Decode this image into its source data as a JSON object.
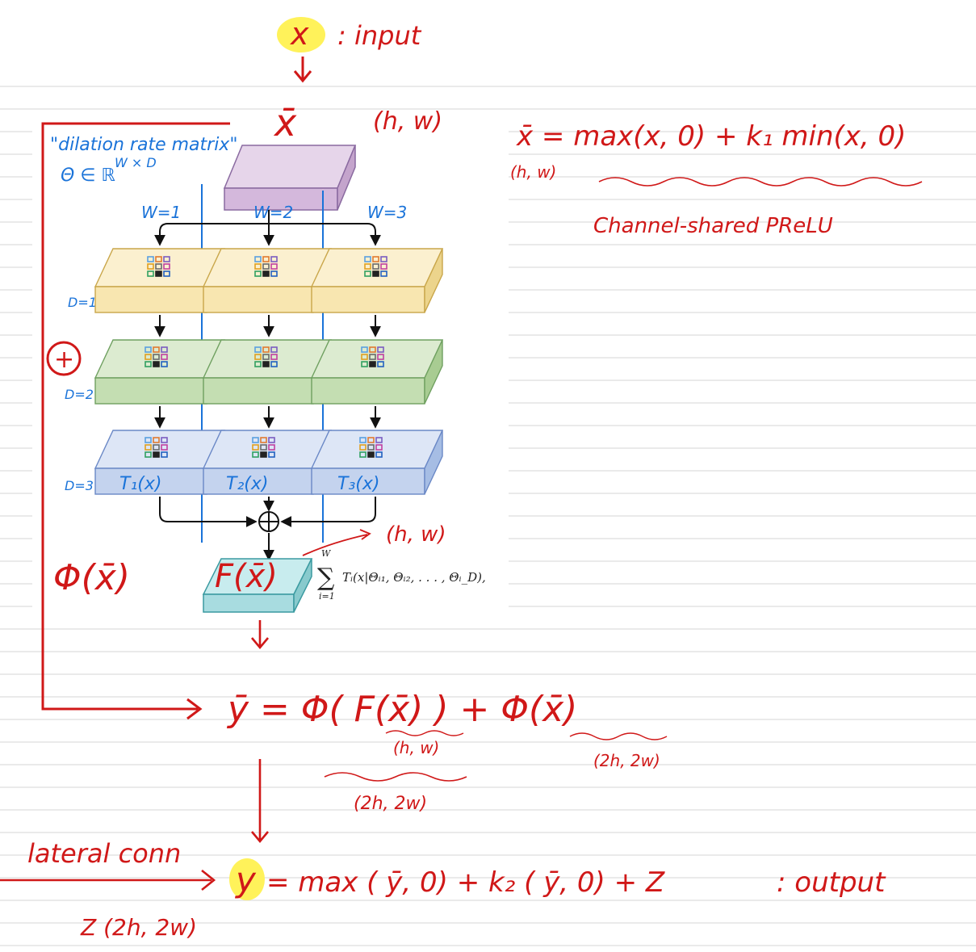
{
  "notes": {
    "input_symbol": "x",
    "input_label": ": input",
    "xbar_symbol": "x̄",
    "xbar_shape": "(h, w)",
    "prelu_equation": "x̄ = max(x, 0) + k₁ min(x, 0)",
    "prelu_shape": "(h, w)",
    "prelu_name": "Channel-shared PReLU",
    "dilation_title": "\"dilation rate matrix\"",
    "dilation_def": "Θ ∈ ℝ",
    "dilation_sup": "W × D",
    "plus_circle": "+",
    "phi_xbar": "Φ(x̄)",
    "f_xbar": "F(x̄)",
    "f_shape": "(h, w)",
    "y_bar_equation": "ȳ = Φ( F(x̄) ) + Φ(x̄)",
    "shape_inner": "(h, w)",
    "shape_outer": "(2h, 2w)",
    "shape_phi": "(2h, 2w)",
    "lateral_label": "lateral conn",
    "z_label": "Z (2h, 2w)",
    "output_symbol": "y",
    "output_equation": "= max ( ȳ, 0) + k₂ ( ȳ, 0) + Z",
    "output_label": ": output"
  },
  "figure": {
    "column_labels": [
      "W=1",
      "W=2",
      "W=3"
    ],
    "row_labels": [
      "D=1",
      "D=2",
      "D=3"
    ],
    "t_labels": [
      "T₁(x)",
      "T₂(x)",
      "T₃(x)"
    ],
    "formula_sum": "∑",
    "formula_sup": "W",
    "formula_sub": "i=1",
    "formula_body": "Tᵢ(x|Θᵢ₁, Θᵢ₂, . . . , Θᵢ_D),",
    "colors": {
      "top": "#d4b8dc",
      "d1": "#f8e6b0",
      "d2": "#c4deb2",
      "d3": "#c4d3ee",
      "out": "#a8dce0",
      "ink": "#d01818",
      "blue": "#1a73d9",
      "highlight": "#fff25a"
    }
  }
}
